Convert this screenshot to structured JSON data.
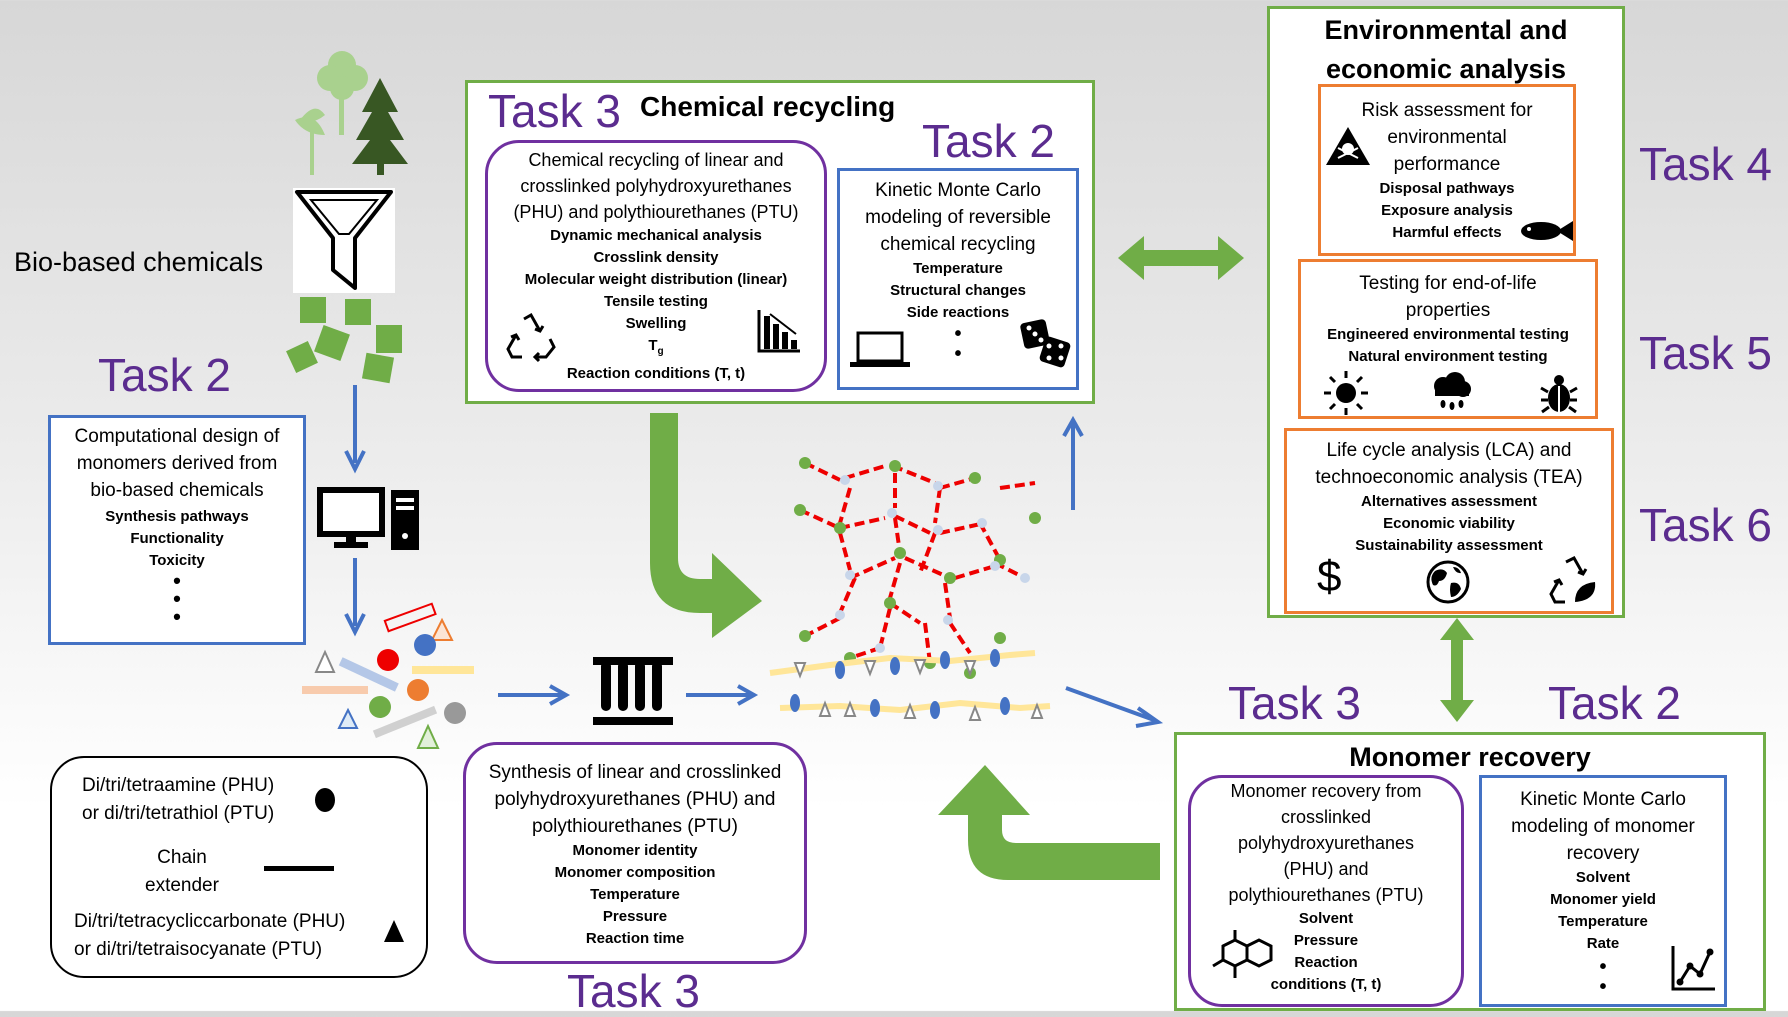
{
  "bio_label": "Bio-based chemicals",
  "task_labels": {
    "task2_left": "Task 2",
    "task3_recycling": "Task 3",
    "task2_recycling": "Task 2",
    "task4": "Task 4",
    "task5": "Task 5",
    "task6": "Task 6",
    "task3_monomer": "Task 3",
    "task2_monomer": "Task 2",
    "task3_bottom": "Task 3"
  },
  "computational_box": {
    "title": [
      "Computational design of",
      "monomers derived from",
      "bio-based chemicals"
    ],
    "items": [
      "Synthesis pathways",
      "Functionality",
      "Toxicity"
    ]
  },
  "legend": {
    "amine": [
      "Di/tri/tetraamine (PHU)",
      "or di/tri/tetrathiol (PTU)"
    ],
    "chain": [
      "Chain",
      "extender"
    ],
    "carbonate": [
      "Di/tri/tetracycliccarbonate (PHU)",
      "or di/tri/tetraisocyanate (PTU)"
    ]
  },
  "synthesis_box": {
    "title": [
      "Synthesis of linear and crosslinked",
      "polyhydroxyurethanes (PHU) and",
      "polythiourethanes (PTU)"
    ],
    "items": [
      "Monomer identity",
      "Monomer composition",
      "Temperature",
      "Pressure",
      "Reaction time"
    ]
  },
  "chemical_recycling": {
    "heading": "Chemical recycling",
    "inner_title": [
      "Chemical recycling of linear and",
      "crosslinked polyhydroxyurethanes",
      "(PHU) and polythiourethanes (PTU)"
    ],
    "items": [
      "Dynamic mechanical analysis",
      "Crosslink density",
      "Molecular weight distribution (linear)",
      "Tensile testing",
      "Swelling"
    ],
    "tg_main": "T",
    "tg_sub": "g",
    "last_item": "Reaction conditions (T, t)",
    "kmc_title": [
      "Kinetic Monte Carlo",
      "modeling of reversible",
      "chemical recycling"
    ],
    "kmc_items": [
      "Temperature",
      "Structural changes",
      "Side reactions"
    ]
  },
  "env_analysis": {
    "heading": [
      "Environmental and",
      "economic analysis"
    ],
    "risk_title": [
      "Risk assessment for",
      "environmental",
      "performance"
    ],
    "risk_items": [
      "Disposal  pathways",
      "Exposure analysis",
      "Harmful effects"
    ],
    "eol_title": [
      "Testing for end-of-life",
      "properties"
    ],
    "eol_items": [
      "Engineered  environmental  testing",
      "Natural environment testing"
    ],
    "lca_title": [
      "Life cycle analysis (LCA) and",
      "technoeconomic analysis (TEA)"
    ],
    "lca_items": [
      "Alternatives assessment",
      "Economic viability",
      "Sustainability assessment"
    ],
    "dollar": "$"
  },
  "monomer_recovery": {
    "heading": "Monomer recovery",
    "inner_title": [
      "Monomer recovery from",
      "crosslinked",
      "polyhydroxyurethanes",
      "(PHU) and",
      "polythiourethanes (PTU)"
    ],
    "items": [
      "Solvent",
      "Pressure",
      "Reaction",
      "conditions (T, t)"
    ],
    "kmc_title": [
      "Kinetic Monte Carlo",
      "modeling of monomer",
      "recovery"
    ],
    "kmc_items": [
      "Solvent",
      "Monomer yield",
      "Temperature",
      "Rate"
    ]
  },
  "colors": {
    "task": "#5b2c8f",
    "green": "#70ad47",
    "blue_arrow": "#4472c4",
    "orange": "#ed7d31",
    "purple": "#7030a0"
  }
}
